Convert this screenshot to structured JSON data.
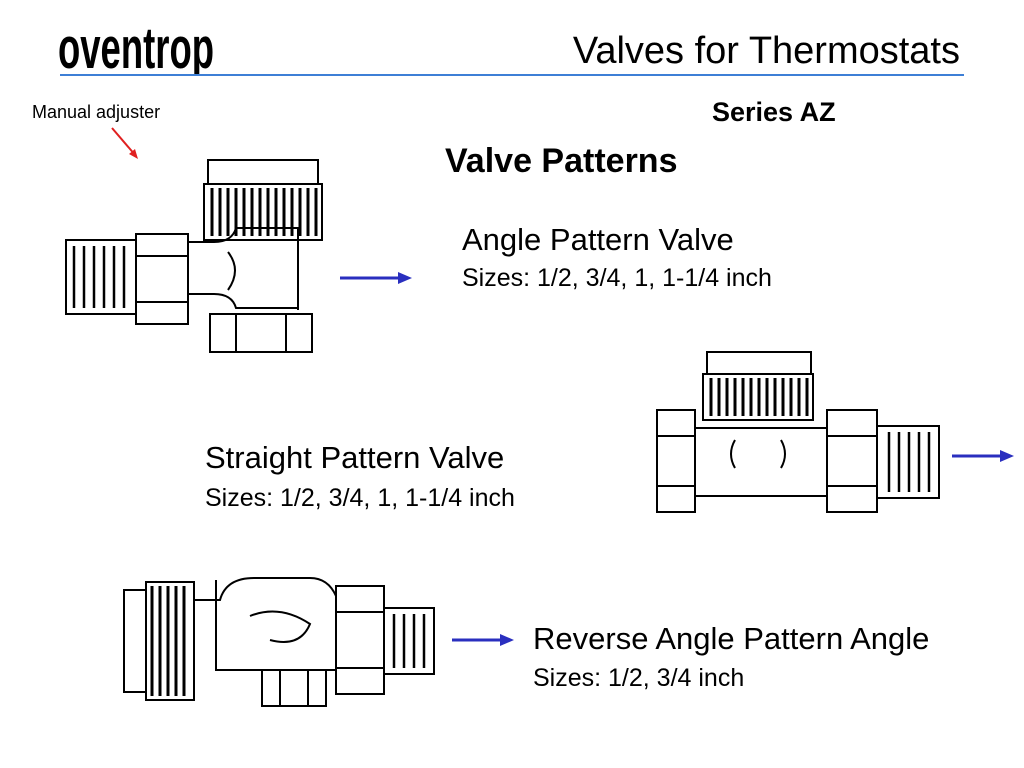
{
  "header": {
    "brand": "oventrop",
    "title": "Valves for Thermostats",
    "series": "Series AZ",
    "section": "Valve Patterns"
  },
  "callout": {
    "label": "Manual adjuster"
  },
  "valves": [
    {
      "name": "Angle Pattern Valve",
      "sizes": "Sizes: 1/2, 3/4, 1, 1-1/4 inch"
    },
    {
      "name": "Straight Pattern Valve",
      "sizes": "Sizes: 1/2, 3/4, 1, 1-1/4 inch"
    },
    {
      "name": "Reverse Angle Pattern Angle",
      "sizes": "Sizes: 1/2, 3/4 inch"
    }
  ],
  "colors": {
    "rule": "#3d7fd6",
    "arrow": "#2a2fbf",
    "callout_arrow": "#e02020"
  }
}
